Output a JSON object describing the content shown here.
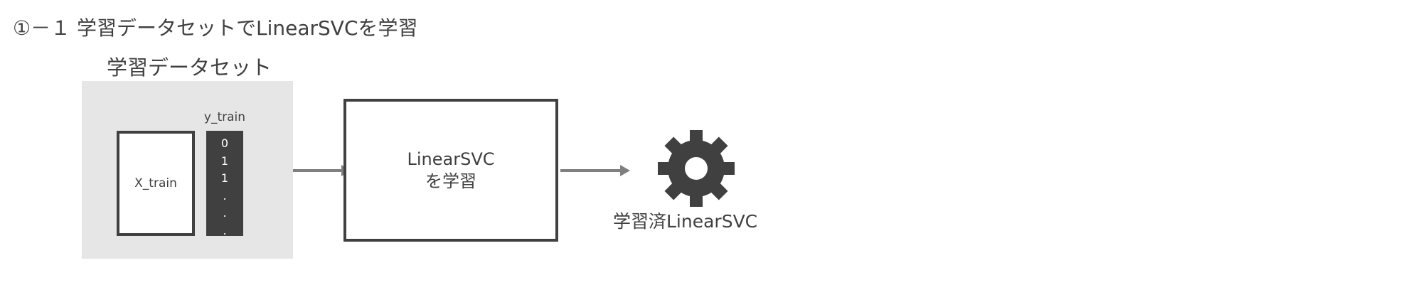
{
  "title": "①－１ 学習データセットでLinearSVCを学習",
  "dataset": {
    "label": "学習データセット",
    "x_train_label": "X_train",
    "y_train_label": "y_train",
    "y_train_values": [
      "0",
      "1",
      "1",
      ".",
      ".",
      "."
    ]
  },
  "model": {
    "line1": "LinearSVC",
    "line2": "を学習"
  },
  "output": {
    "icon": "gear-icon",
    "label": "学習済LinearSVC"
  },
  "colors": {
    "dark": "#404040",
    "panel": "#e7e6e6",
    "arrow": "#7f7f7f"
  }
}
